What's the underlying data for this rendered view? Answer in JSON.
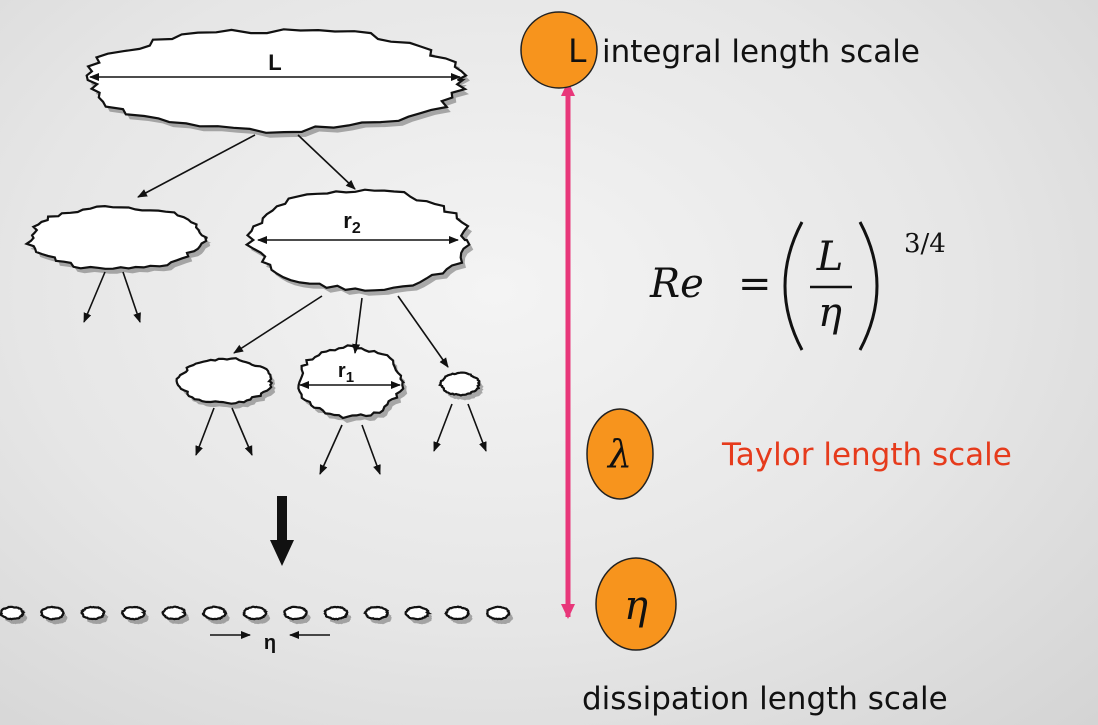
{
  "cascade": {
    "large_eddy_label": "L",
    "r2_label": "r",
    "r2_sub": "2",
    "r1_label": "r",
    "r1_sub": "1",
    "eta_label": "η"
  },
  "scales": {
    "integral": {
      "symbol": "L",
      "label": "integral length scale"
    },
    "taylor": {
      "symbol": "λ",
      "label": "Taylor length scale"
    },
    "dissipation": {
      "symbol": "η",
      "label": "dissipation length scale"
    }
  },
  "equation": {
    "lhs": "Re",
    "equals": "=",
    "numerator": "L",
    "denominator": "η",
    "exponent": "3/4"
  },
  "colors": {
    "circle_fill": "#f7941d",
    "range_arrow": "#e8377a",
    "taylor_text": "#e63b1c"
  }
}
